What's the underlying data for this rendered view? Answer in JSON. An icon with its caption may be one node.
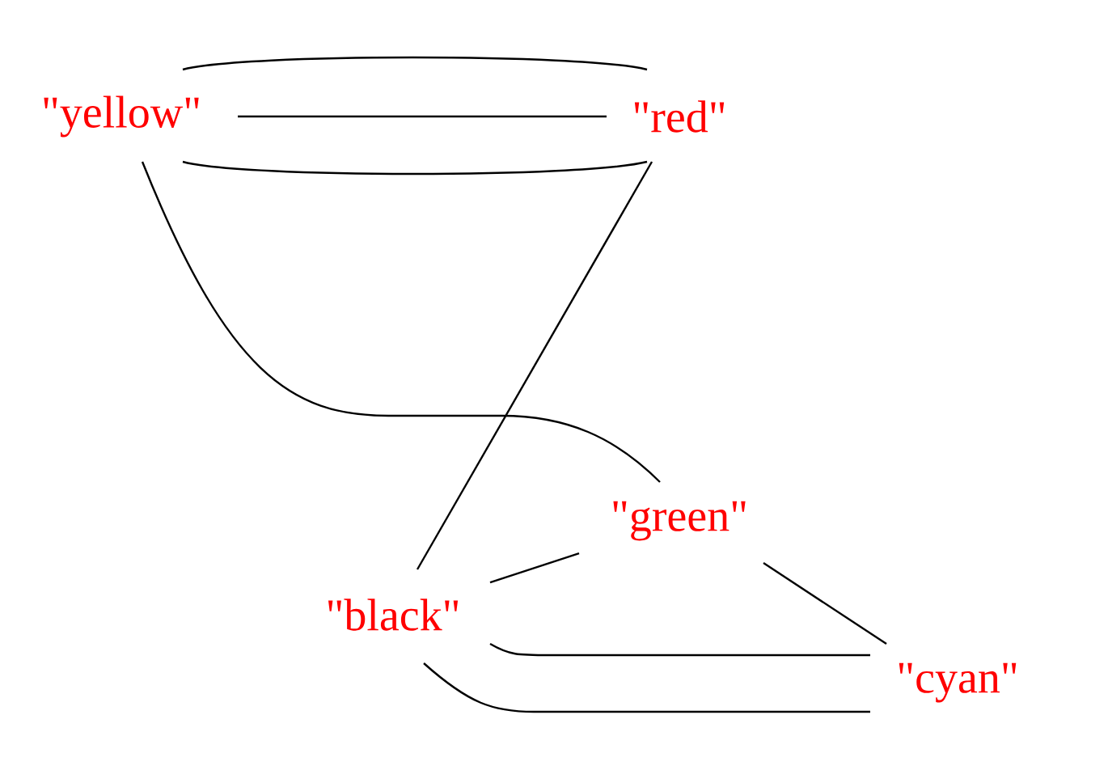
{
  "diagram": {
    "nodes": [
      {
        "text": [
          "\"yellow\""
        ]
      },
      {
        "text": [
          "\"red\""
        ]
      },
      {
        "text": [
          "\"green\""
        ]
      },
      {
        "text": [
          "\"black\""
        ]
      },
      {
        "text": [
          "\"cyan\""
        ]
      }
    ],
    "edges": [
      {
        "from": 0,
        "to": 1,
        "arrow": "none"
      },
      {
        "from": 0,
        "to": 1,
        "arrow": "none"
      },
      {
        "from": 0,
        "to": 1,
        "arrow": "none"
      },
      {
        "from": 1,
        "to": 3,
        "arrow": "none"
      },
      {
        "from": 0,
        "to": 2,
        "arrow": "none"
      },
      {
        "from": 2,
        "to": 3,
        "arrow": "none"
      },
      {
        "from": 2,
        "to": 4,
        "arrow": "none"
      },
      {
        "from": 3,
        "to": 4,
        "arrow": "none"
      },
      {
        "from": 3,
        "to": 4,
        "arrow": "none"
      }
    ]
  }
}
